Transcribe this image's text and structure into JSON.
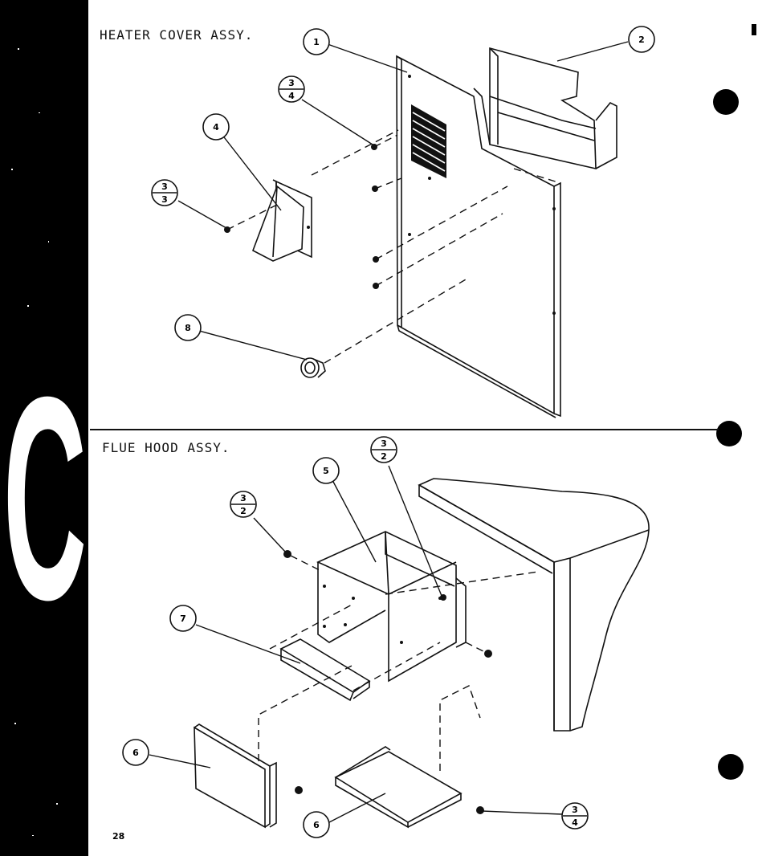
{
  "sections": {
    "heater": {
      "title": "HEATER COVER ASSY."
    },
    "flue": {
      "title": "FLUE HOOD ASSY."
    }
  },
  "page_number": "28",
  "side_tab": {
    "letter": "C"
  },
  "callouts": {
    "c1": "1",
    "c2": "2",
    "c4": "4",
    "c8": "8",
    "c3_4a": {
      "top": "3",
      "bottom": "4"
    },
    "c3_3": {
      "top": "3",
      "bottom": "3"
    },
    "c5": "5",
    "c3_2a": {
      "top": "3",
      "bottom": "2"
    },
    "c3_2b": {
      "top": "3",
      "bottom": "2"
    },
    "c7": "7",
    "c6a": "6",
    "c6b": "6",
    "c3_4b": {
      "top": "3",
      "bottom": "4"
    }
  },
  "colors": {
    "ink": "#111111",
    "paper": "#ffffff",
    "margin": "#000000"
  }
}
